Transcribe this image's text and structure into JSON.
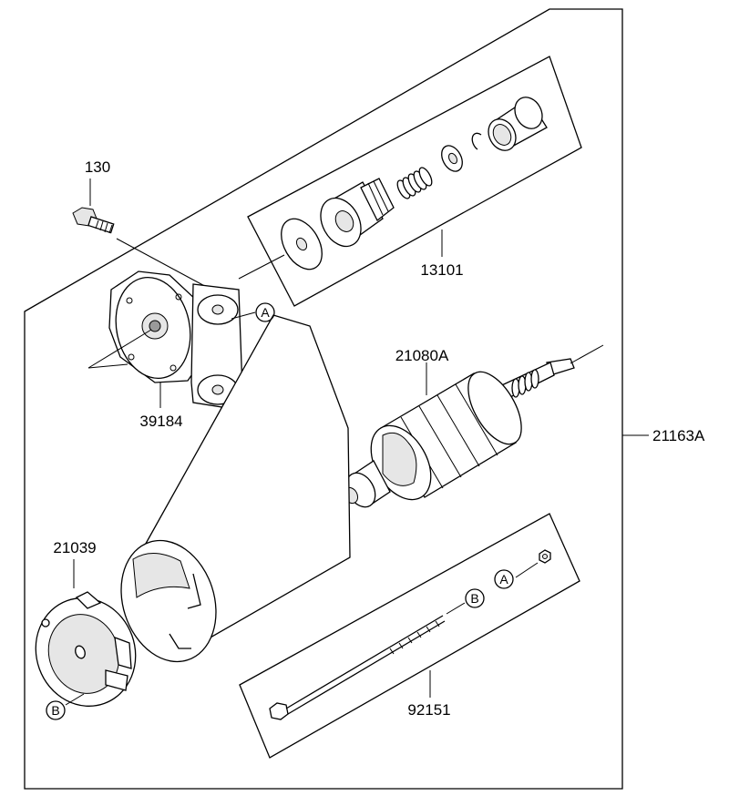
{
  "labels": {
    "bolt": "130",
    "pinion_kit": "13101",
    "bracket": "39184",
    "armature": "21080A",
    "starter_assy": "21163A",
    "end_cover": "21039",
    "through_bolt": "92151"
  },
  "callouts": {
    "a_bracket": "A",
    "a_nut": "A",
    "b_bolt": "B",
    "b_cover": "B"
  },
  "icons": {
    "bolt": "hex-flange-bolt-icon",
    "nut": "hex-nut-icon"
  }
}
